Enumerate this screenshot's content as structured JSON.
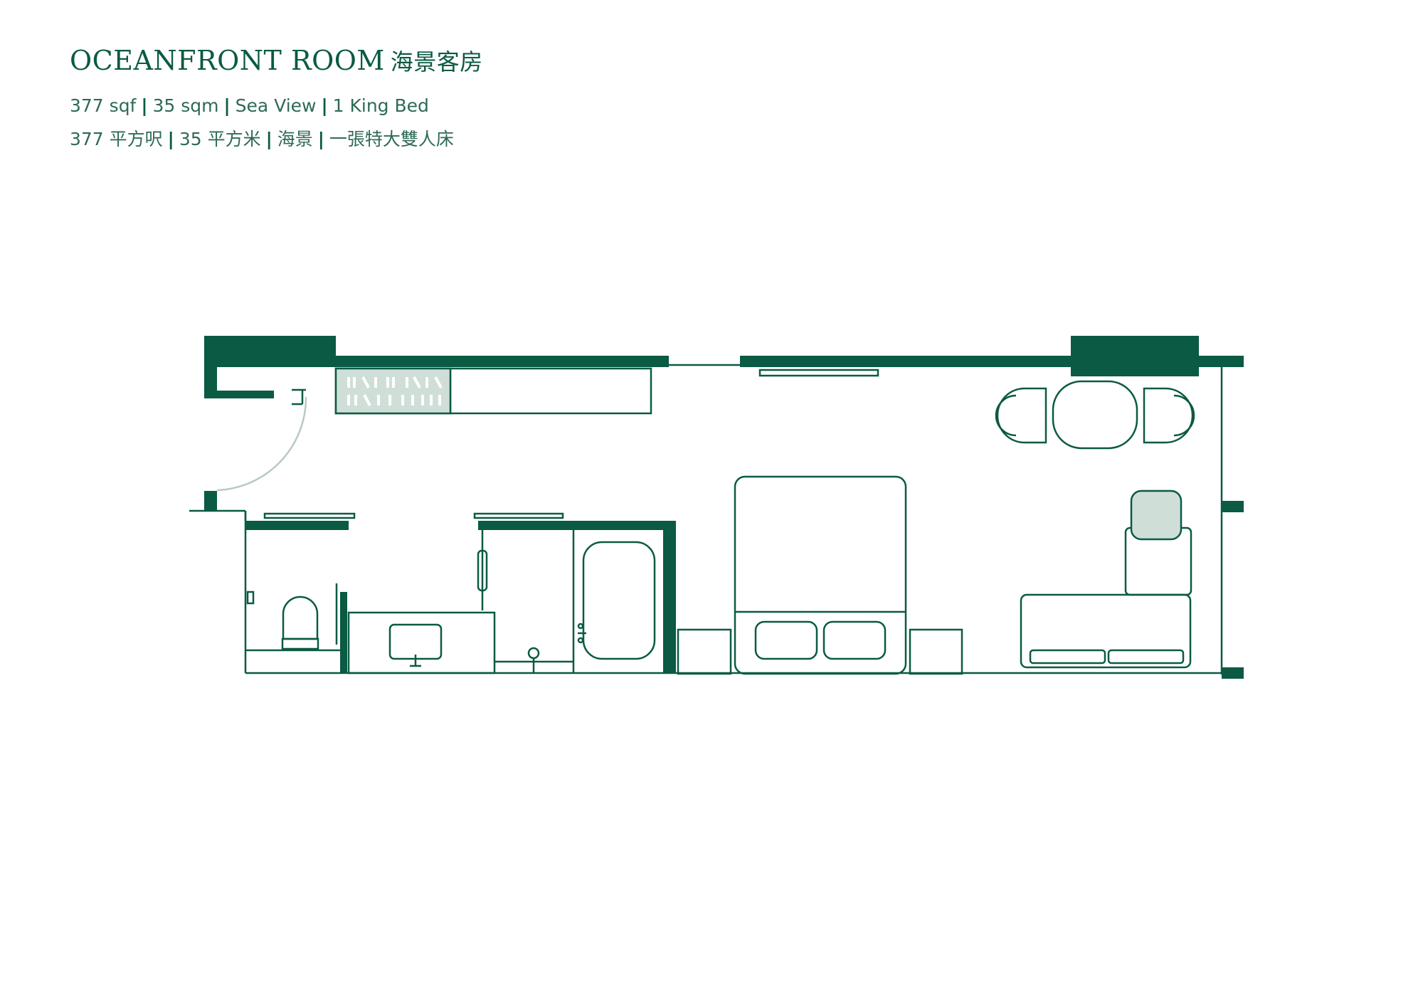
{
  "room": {
    "title_en": "OCEANFRONT ROOM",
    "title_cn": "海景客房",
    "specs_en": {
      "size_sqf": "377 sqf",
      "size_sqm": "35 sqm",
      "view": "Sea View",
      "bed": "1 King Bed"
    },
    "specs_cn": {
      "size_sqf": "377 平方呎",
      "size_sqm": "35 平方米",
      "view": "海景",
      "bed": "一張特大雙人床"
    }
  },
  "separator": "|",
  "colors": {
    "primary": "#0a5a44",
    "fill_light": "#cfdfd8",
    "door_arc": "#b9c9c2",
    "background": "#ffffff"
  }
}
